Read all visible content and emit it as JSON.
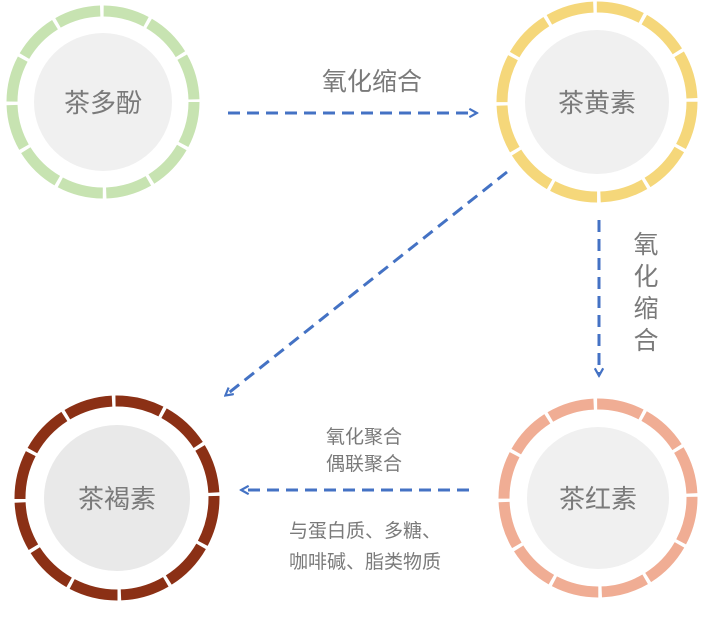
{
  "colors": {
    "arrow": "#4472c4",
    "polyphenol_ring": "#c7e3b1",
    "theaflavin_ring": "#f5d77a",
    "thearubigin_ring": "#f0ad94",
    "theabrownin_ring": "#8b3015",
    "inner_fill": "#f0f0f0",
    "text": "#7a7a7a"
  },
  "nodes": {
    "polyphenol": {
      "label": "茶多酚"
    },
    "theaflavin": {
      "label": "茶黄素"
    },
    "thearubigin": {
      "label": "茶红素"
    },
    "theabrownin": {
      "label": "茶褐素"
    }
  },
  "edges": {
    "poly_to_tf": {
      "label": "氧化缩合"
    },
    "tf_to_tr": {
      "label_chars": [
        "氧",
        "化",
        "缩",
        "合"
      ]
    },
    "tr_to_tb": {
      "label_lines": [
        "氧化聚合",
        "偶联聚合"
      ],
      "note_lines": [
        "与蛋白质、多糖、",
        "咖啡碱、脂类物质"
      ]
    }
  }
}
